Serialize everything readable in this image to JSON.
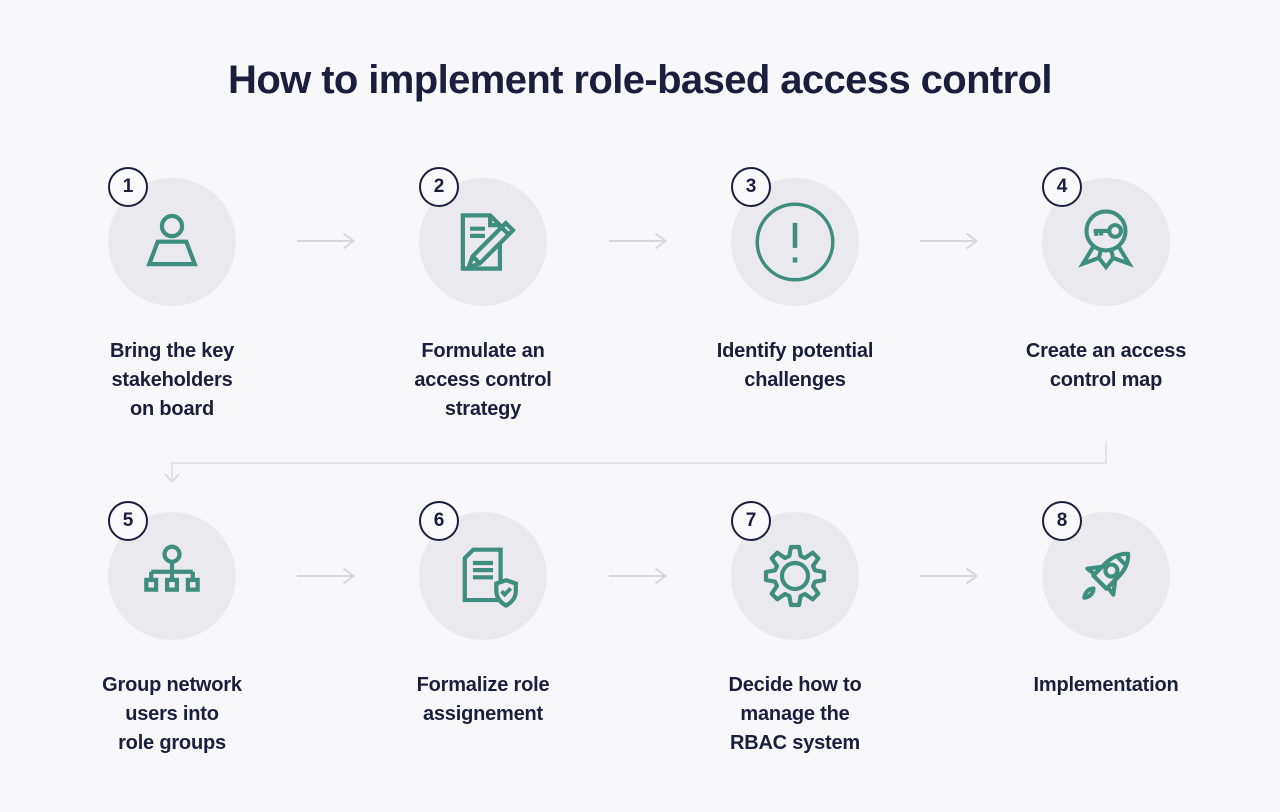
{
  "title": "How to implement role-based access control",
  "colors": {
    "background": "#f8f8fb",
    "text_navy": "#1b1f3d",
    "icon_stroke_teal": "#3f8d7e",
    "icon_circle_fill": "#eaeaee",
    "flow_arrow_gray": "#d7d7dc",
    "connector_gray": "#e3e3e8",
    "badge_background": "#fafafc"
  },
  "steps": [
    {
      "number": "1",
      "icon": "person-icon",
      "label": "Bring the key\nstakeholders\non board"
    },
    {
      "number": "2",
      "icon": "document-pencil-icon",
      "label": "Formulate an\naccess control\nstrategy"
    },
    {
      "number": "3",
      "icon": "alert-circle-icon",
      "label": "Identify potential\nchallenges"
    },
    {
      "number": "4",
      "icon": "key-badge-icon",
      "label": "Create an access\ncontrol map"
    },
    {
      "number": "5",
      "icon": "hierarchy-icon",
      "label": "Group network\nusers into\nrole groups"
    },
    {
      "number": "6",
      "icon": "document-shield-icon",
      "label": "Formalize role\nassignement"
    },
    {
      "number": "7",
      "icon": "gear-icon",
      "label": "Decide how to\nmanage the\nRBAC system"
    },
    {
      "number": "8",
      "icon": "rocket-icon",
      "label": "Implementation"
    }
  ]
}
